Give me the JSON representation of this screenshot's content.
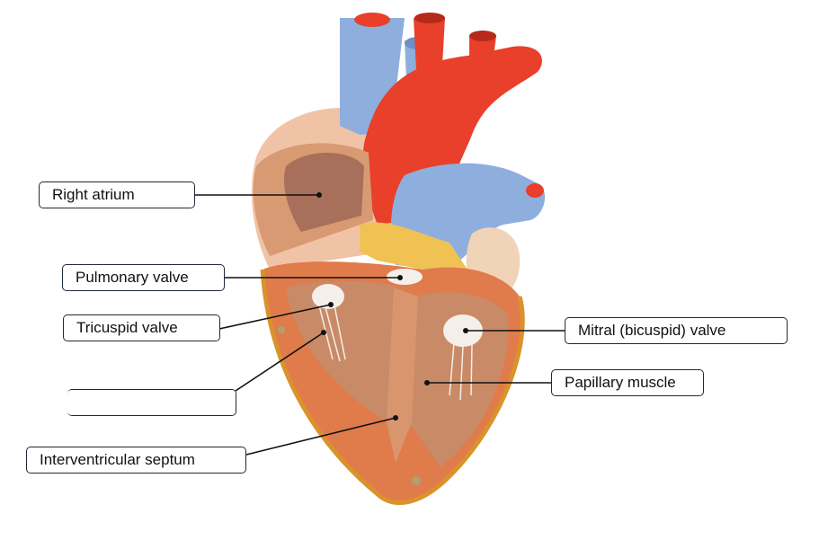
{
  "diagram": {
    "labels": [
      {
        "id": "right-atrium",
        "text": "Right atrium"
      },
      {
        "id": "pulmonary-valve",
        "text": "Pulmonary valve"
      },
      {
        "id": "tricuspid-valve",
        "text": "Tricuspid valve"
      },
      {
        "id": "blank-answer",
        "text": ""
      },
      {
        "id": "interventricular-septum",
        "text": "Interventricular septum"
      },
      {
        "id": "mitral-valve",
        "text": "Mitral (bicuspid) valve"
      },
      {
        "id": "papillary-muscle",
        "text": "Papillary muscle"
      }
    ]
  },
  "colors": {
    "vein_blue": "#8eaede",
    "artery_red": "#e8402a",
    "muscle_tan": "#d89a72",
    "pericardium_pink": "#f1c3a6",
    "fat_yellow": "#f0c254",
    "label_border": "#1f2a3a"
  }
}
